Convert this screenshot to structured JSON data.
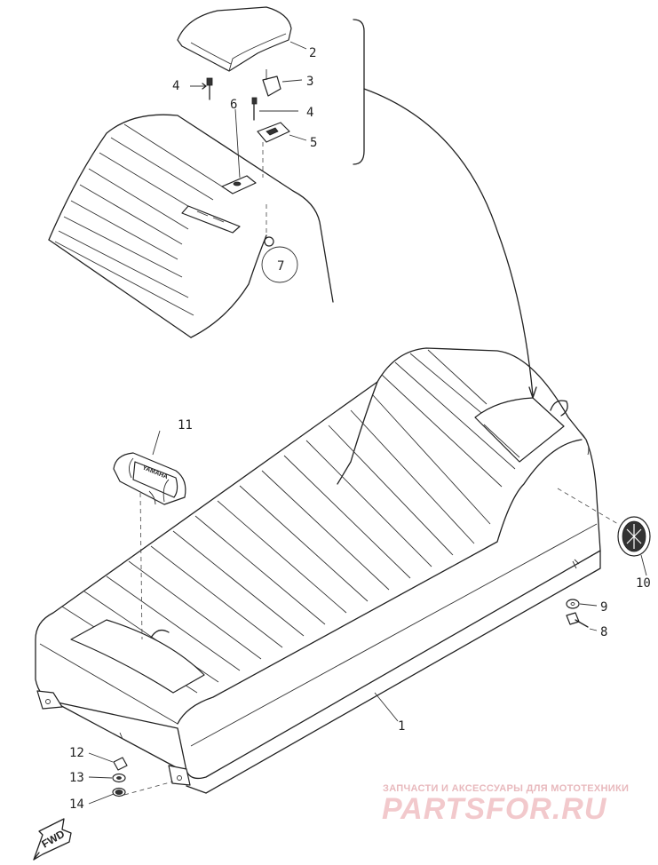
{
  "diagram": {
    "callouts": {
      "c1": "1",
      "c2": "2",
      "c3": "3",
      "c4a": "4",
      "c4b": "4",
      "c5": "5",
      "c6": "6",
      "c7": "7",
      "c8": "8",
      "c9": "9",
      "c10": "10",
      "c11": "11",
      "c12": "12",
      "c13": "13",
      "c14": "14"
    },
    "fwd_label": "FWD",
    "badge_label": "YAMAHA"
  },
  "watermark": {
    "tagline": "ЗАПЧАСТИ И АКСЕССУАРЫ ДЛЯ МОТОТЕХНИКИ",
    "brand": "PARTSFOR.RU",
    "color": "#f2c9cc"
  }
}
